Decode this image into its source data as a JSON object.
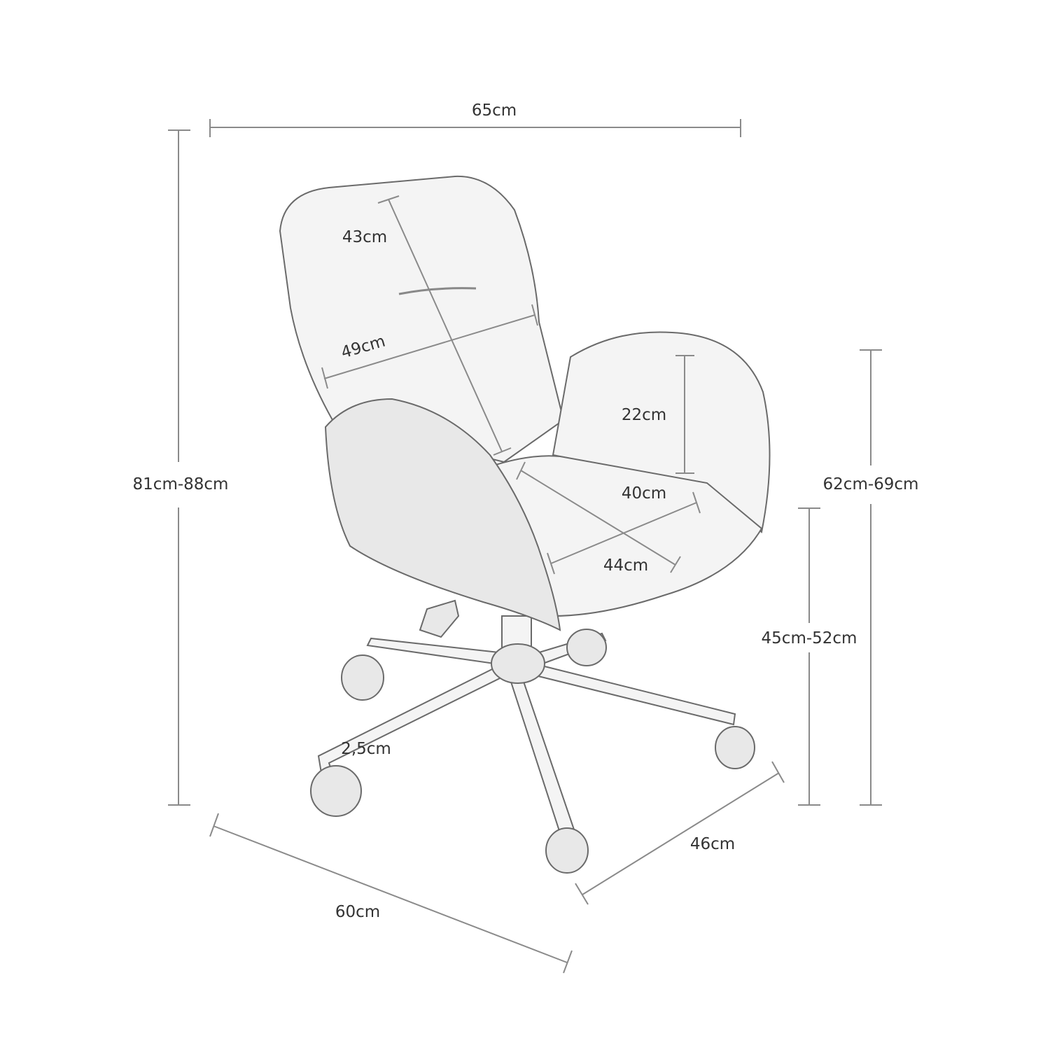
{
  "dimensions": {
    "overall_width": "65cm",
    "overall_height": "81cm-88cm",
    "armrest_height": "62cm-69cm",
    "seat_height": "45cm-52cm",
    "base_depth": "60cm",
    "base_width": "46cm",
    "backrest_height": "43cm",
    "backrest_width": "49cm",
    "armrest_above_seat": "22cm",
    "seat_depth": "40cm",
    "seat_width": "44cm",
    "leg_thickness": "2,5cm"
  },
  "colors": {
    "line": "#8a8a8a",
    "outline": "#6a6a6a",
    "text": "#333333"
  }
}
